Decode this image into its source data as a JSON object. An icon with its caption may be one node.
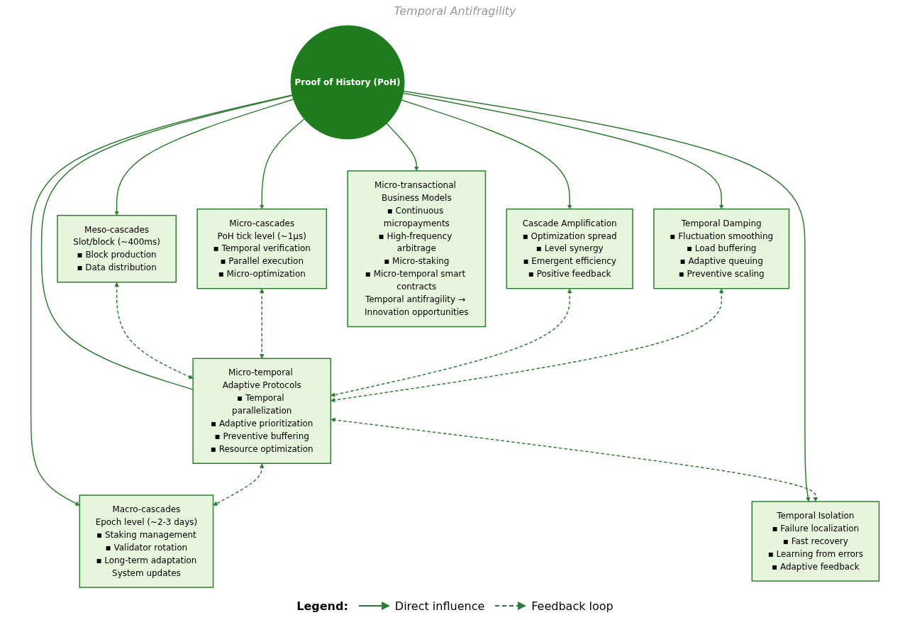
{
  "diagram": {
    "nodes": [
      {
        "text": [
          "Micro-temporal Adaptive Protocols",
          "▪ Temporal parallelization",
          "▪ Adaptive prioritization",
          "▪ Preventive buffering",
          "▪ Resource optimization"
        ]
      },
      {
        "text": [
          "Macro-cascades",
          "Epoch level (~2-3 days)",
          "▪ Staking management",
          "▪ Validator rotation",
          "▪ Long-term adaptation",
          "System updates"
        ]
      },
      {
        "text": [
          "Temporal Isolation",
          "▪ Failure localization",
          "▪ Fast recovery",
          "▪ Learning from errors",
          "▪ Adaptive feedback"
        ]
      },
      {
        "text": [
          "Meso-cascades",
          "Slot/block (~400ms)",
          "▪ Block production",
          "▪ Data distribution"
        ]
      },
      {
        "text": [
          "Proof of History (PoH)"
        ]
      },
      {
        "text": [
          "Cascade Amplification",
          "▪ Optimization spread",
          "▪ Level synergy",
          "▪ Emergent efficiency",
          "▪ Positive feedback"
        ]
      },
      {
        "text": [
          "Micro-cascades",
          "PoH tick level (~1μs)",
          "▪ Temporal verification",
          "▪ Parallel execution",
          "▪ Micro-optimization"
        ]
      },
      {
        "text": [
          "Temporal Damping",
          "▪ Fluctuation smoothing",
          "▪ Load buffering",
          "▪ Adaptive queuing",
          "▪ Preventive scaling"
        ]
      },
      {
        "text": [
          "Micro-transactional Business Models",
          "▪ Continuous micropayments",
          "▪ High-frequency arbitrage",
          "▪ Micro-staking",
          "▪ Micro-temporal smart contracts",
          "Temporal antifragility → Innovation opportunities"
        ]
      }
    ],
    "edges": [
      {
        "from": 4,
        "to": 1,
        "arrow": "to"
      },
      {
        "from": 4,
        "to": 3,
        "arrow": "to"
      },
      {
        "from": 4,
        "to": 6,
        "arrow": "to"
      },
      {
        "from": 4,
        "to": 2,
        "arrow": "to"
      },
      {
        "from": 4,
        "to": 5,
        "arrow": "to"
      },
      {
        "from": 4,
        "to": 7,
        "arrow": "to"
      },
      {
        "from": 4,
        "to": 8,
        "arrow": "to"
      },
      {
        "from": 4,
        "to": 0,
        "arrow": "none"
      },
      {
        "from": 0,
        "to": 1,
        "arrow": "both",
        "style": "dashed"
      },
      {
        "from": 3,
        "to": 0,
        "arrow": "both",
        "style": "dashed"
      },
      {
        "from": 6,
        "to": 0,
        "arrow": "both",
        "style": "dashed"
      },
      {
        "from": 0,
        "to": 2,
        "arrow": "both",
        "style": "dashed"
      },
      {
        "from": 5,
        "to": 0,
        "arrow": "both",
        "style": "dashed"
      },
      {
        "from": 7,
        "to": 0,
        "arrow": "both",
        "style": "dashed"
      }
    ],
    "labels": [
      "Temporal Antifragility",
      "Legend:"
    ],
    "legend": [
      {
        "text": "Direct influence"
      },
      {
        "text": "Feedback loop"
      }
    ]
  }
}
